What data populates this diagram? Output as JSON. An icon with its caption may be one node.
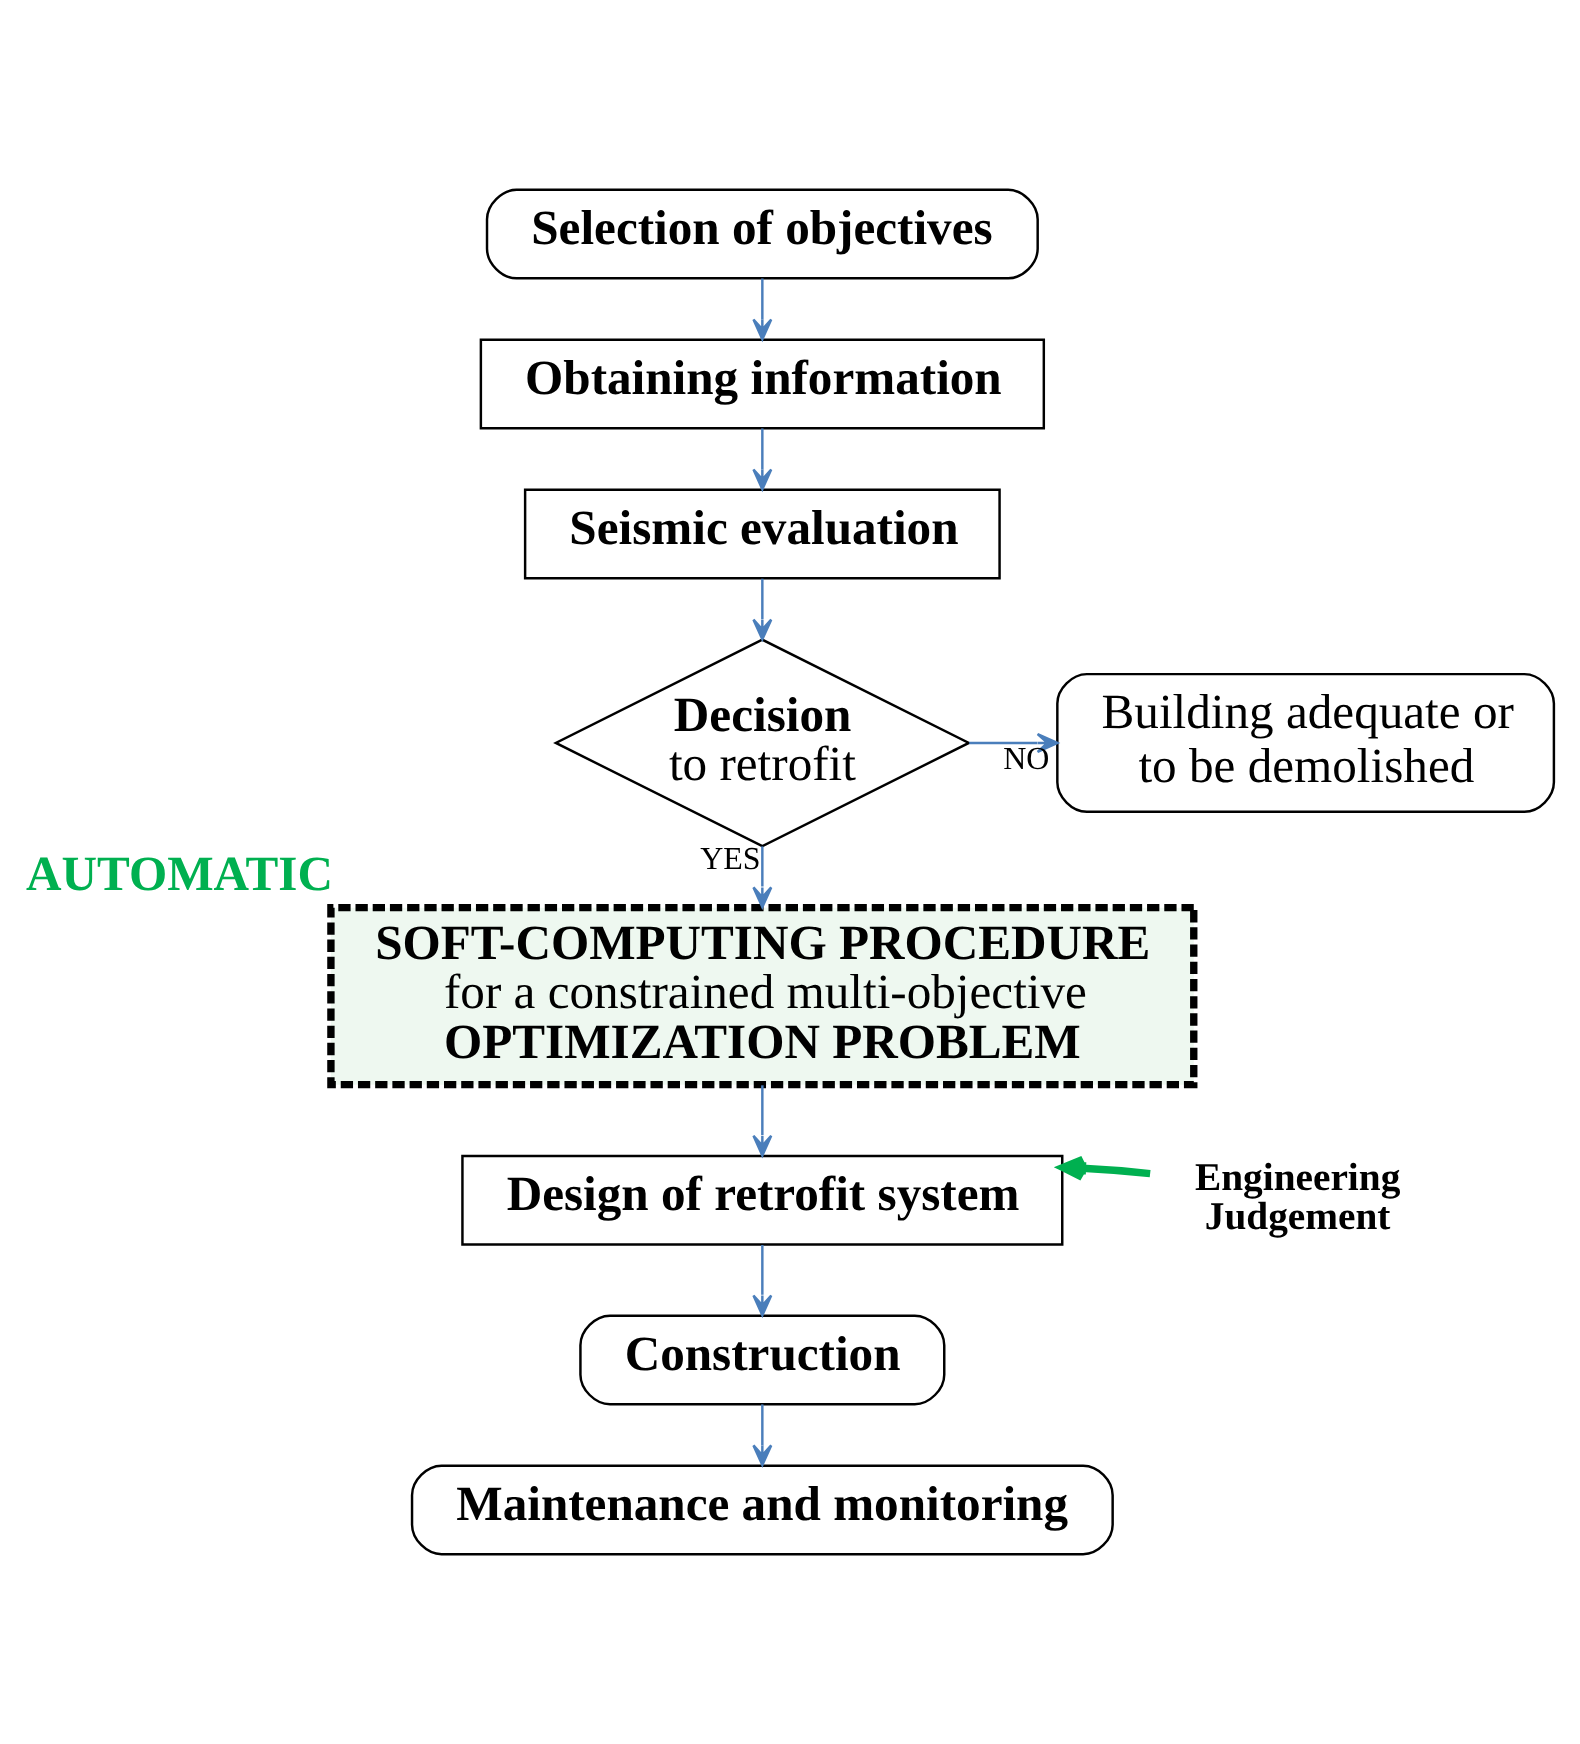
{
  "diagram": {
    "nodes": [
      {
        "text": [
          "Selection of objectives"
        ]
      },
      {
        "text": [
          "Obtaining information"
        ]
      },
      {
        "text": [
          "Seismic evaluation"
        ]
      },
      {
        "text": [
          "Decision",
          "to retrofit"
        ]
      },
      {
        "text": [
          "Building adequate or to be demolished"
        ]
      },
      {
        "text": [
          "SOFT-COMPUTING PROCEDURE",
          "for a constrained multi-objective",
          "OPTIMIZATION PROBLEM"
        ],
        "beside": [
          "AUTOMATIC"
        ]
      },
      {
        "text": [
          "Design of retrofit system"
        ]
      },
      {
        "text": [
          "Construction"
        ]
      },
      {
        "text": [
          "Maintenance and monitoring"
        ]
      },
      {
        "text": [
          "Engineering Judgement"
        ]
      }
    ],
    "edges": [
      {
        "from": 0,
        "to": 1,
        "arrow": "to"
      },
      {
        "from": 1,
        "to": 2,
        "arrow": "to"
      },
      {
        "from": 2,
        "to": 3,
        "arrow": "to"
      },
      {
        "from": 3,
        "to": 4,
        "arrow": "to",
        "label": "NO"
      },
      {
        "from": 3,
        "to": 5,
        "arrow": "to",
        "label": "YES"
      },
      {
        "from": 5,
        "to": 6,
        "arrow": "to"
      },
      {
        "from": 9,
        "to": 6,
        "arrow": "to",
        "style": "thick",
        "color": "#00b050"
      },
      {
        "from": 6,
        "to": 7,
        "arrow": "to"
      },
      {
        "from": 7,
        "to": 8,
        "arrow": "to"
      }
    ]
  }
}
